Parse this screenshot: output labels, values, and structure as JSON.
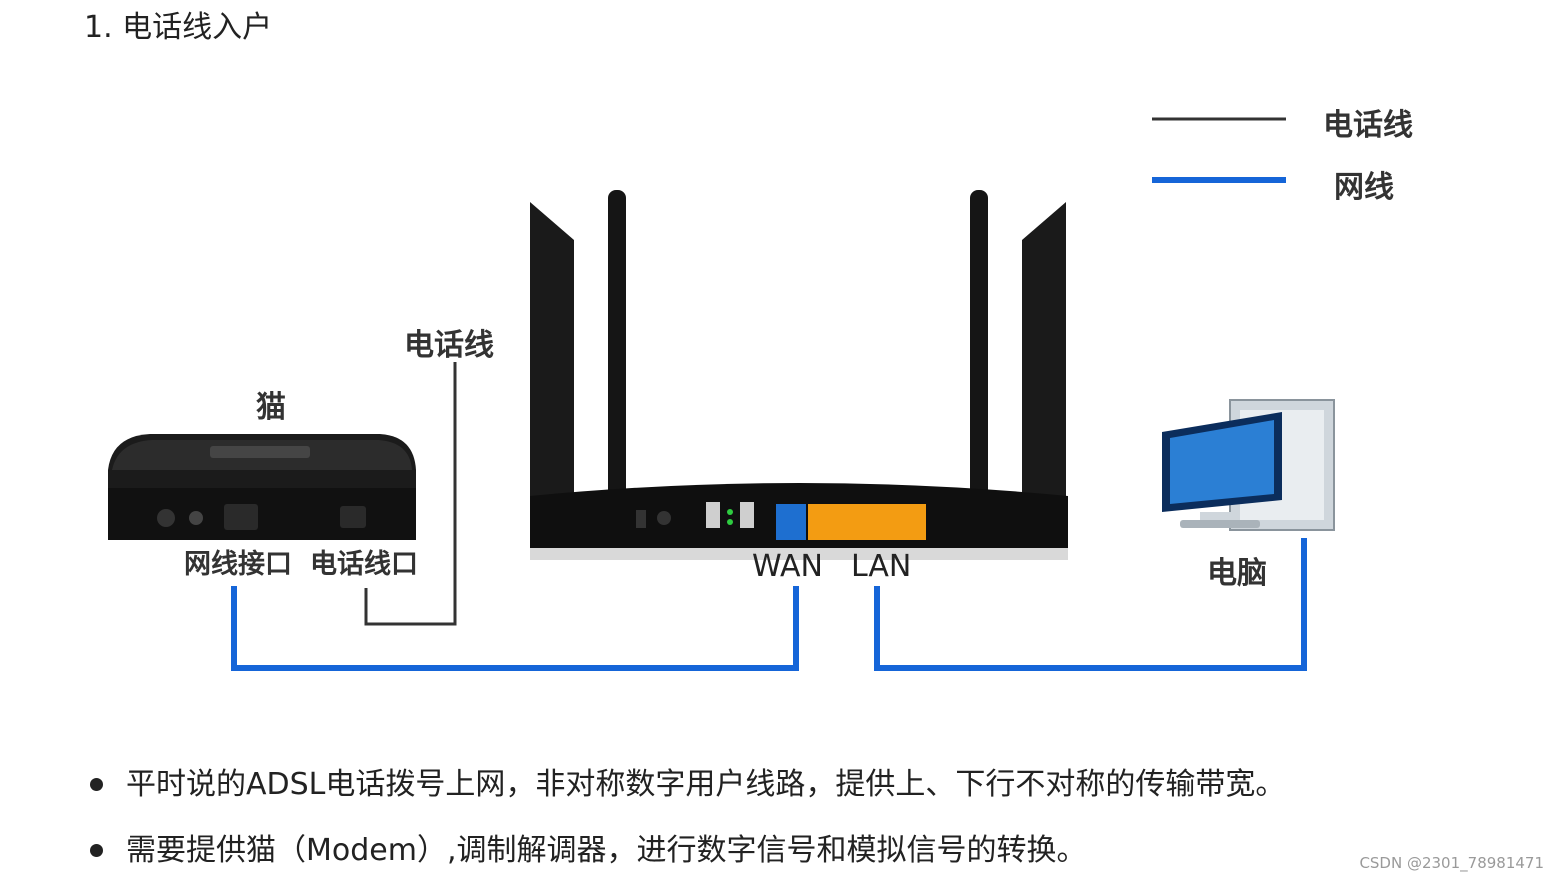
{
  "heading": "1. 电话线入户",
  "legend": {
    "phone_line_label": "电话线",
    "network_line_label": "网线"
  },
  "colors": {
    "phone_line": "#333333",
    "network_line": "#1565d8",
    "lan_ports": "#f39c12",
    "wan_port": "#1e6fd0"
  },
  "devices": {
    "modem_label": "猫",
    "modem_network_port_label": "网线接口",
    "modem_phone_port_label": "电话线口",
    "phone_line_label": "电话线",
    "router_wan_label": "WAN",
    "router_lan_label": "LAN",
    "computer_label": "电脑"
  },
  "bullets": [
    "平时说的ADSL电话拨号上网，非对称数字用户线路，提供上、下行不对称的传输带宽。",
    "需要提供猫（Modem）,调制解调器，进行数字信号和模拟信号的转换。"
  ],
  "watermark": "CSDN @2301_78981471"
}
